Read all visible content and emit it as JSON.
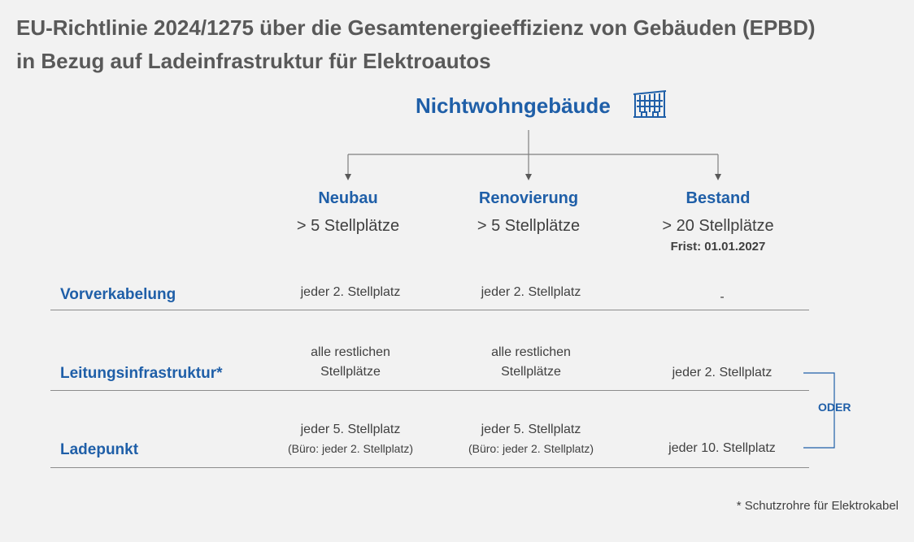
{
  "title": {
    "line1": "EU-Richtlinie 2024/1275 über die Gesamtenergieeffizienz von Gebäuden (EPBD)",
    "line2": "in Bezug auf Ladeinfrastruktur für Elektroautos"
  },
  "root": {
    "label": "Nichtwohngebäude",
    "icon": "building-icon"
  },
  "columns": [
    {
      "name": "Neubau",
      "threshold": "> 5 Stellplätze",
      "note": ""
    },
    {
      "name": "Renovierung",
      "threshold": "> 5 Stellplätze",
      "note": ""
    },
    {
      "name": "Bestand",
      "threshold": "> 20 Stellplätze",
      "note": "Frist: 01.01.2027"
    }
  ],
  "rows": [
    {
      "label": "Vorverkabelung",
      "cells": [
        {
          "line1": "jeder 2. Stellplatz",
          "line2": ""
        },
        {
          "line1": "jeder 2. Stellplatz",
          "line2": ""
        },
        {
          "line1": "-",
          "line2": ""
        }
      ]
    },
    {
      "label": "Leitungsinfrastruktur*",
      "cells": [
        {
          "line1": "alle restlichen",
          "line2": "Stellplätze"
        },
        {
          "line1": "alle restlichen",
          "line2": "Stellplätze"
        },
        {
          "line1": "jeder 2. Stellplatz",
          "line2": ""
        }
      ]
    },
    {
      "label": "Ladepunkt",
      "cells": [
        {
          "line1": "jeder 5. Stellplatz",
          "line2": "(Büro: jeder 2. Stellplatz)"
        },
        {
          "line1": "jeder 5. Stellplatz",
          "line2": "(Büro: jeder 2. Stellplatz)"
        },
        {
          "line1": "jeder 10. Stellplatz",
          "line2": ""
        }
      ]
    }
  ],
  "bracket_label": "ODER",
  "footnote": "* Schutzrohre für Elektrokabel",
  "colors": {
    "accent": "#1f5fa8",
    "text": "#404040",
    "background": "#f2f2f2"
  }
}
